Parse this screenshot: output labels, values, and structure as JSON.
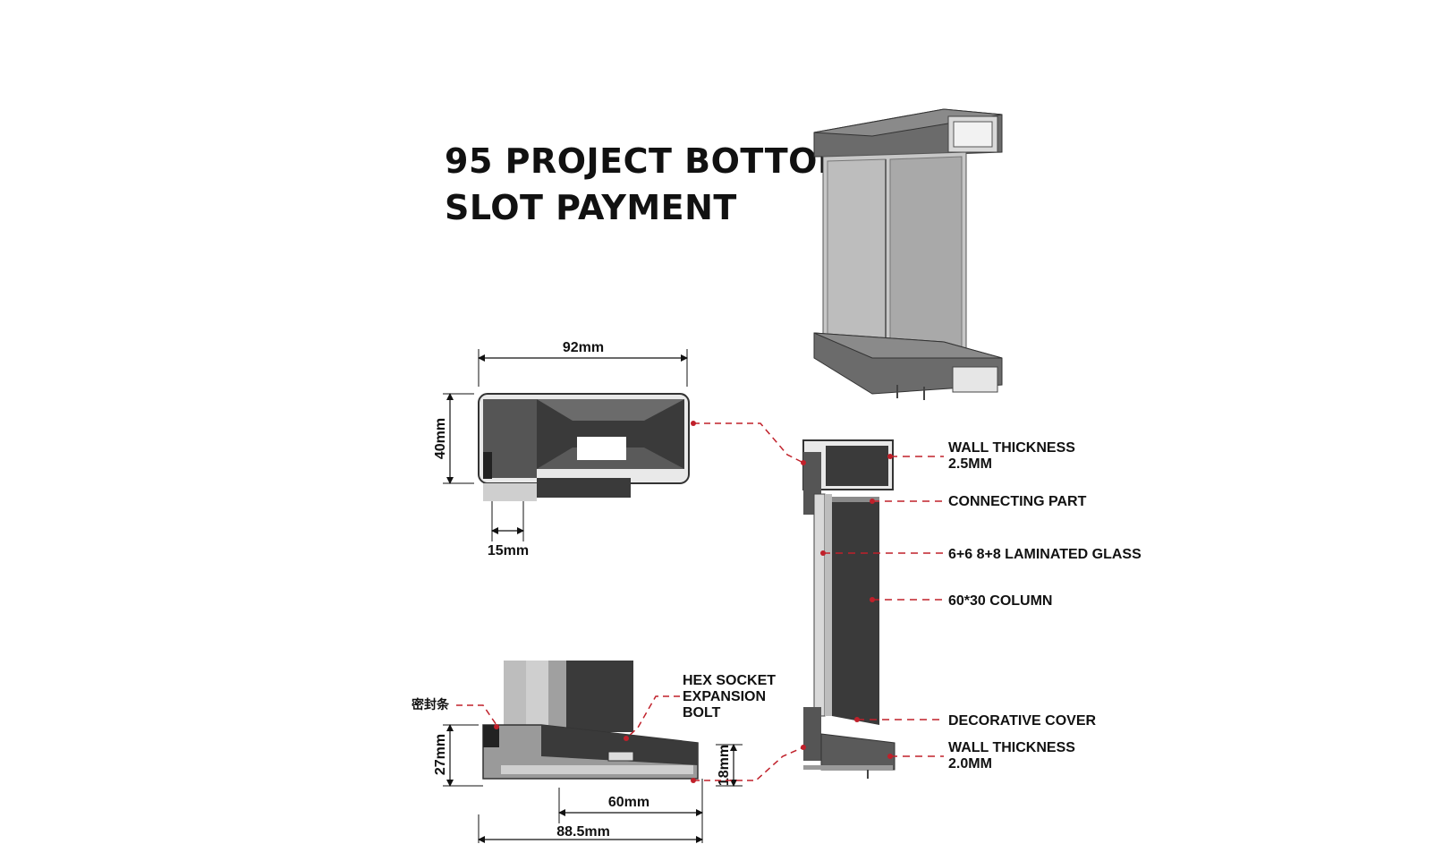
{
  "title": {
    "line1": "95 PROJECT BOTTOM",
    "line2": "SLOT PAYMENT"
  },
  "dimensions": {
    "top_width": "92mm",
    "top_height": "40mm",
    "top_slot": "15mm",
    "bottom_height": "27mm",
    "bottom_inner": "18mm",
    "bottom_width_inner": "60mm",
    "bottom_width_total": "88.5mm"
  },
  "labels": {
    "wall_thickness_top_1": "WALL THICKNESS",
    "wall_thickness_top_2": "2.5MM",
    "connecting_part": "CONNECTING PART",
    "laminated_glass": "6+6  8+8 LAMINATED GLASS",
    "column": "60*30 COLUMN",
    "decorative_cover": "DECORATIVE COVER",
    "wall_thickness_bottom_1": "WALL THICKNESS",
    "wall_thickness_bottom_2": "2.0MM",
    "hex_bolt_1": "HEX SOCKET",
    "hex_bolt_2": "EXPANSION",
    "hex_bolt_3": "BOLT",
    "seal_strip": "密封条"
  },
  "colors": {
    "profile_dark": "#3a3a3a",
    "profile_mid": "#6b6b6b",
    "glass": "#b5b5b5",
    "leader_red": "#c0202a"
  }
}
